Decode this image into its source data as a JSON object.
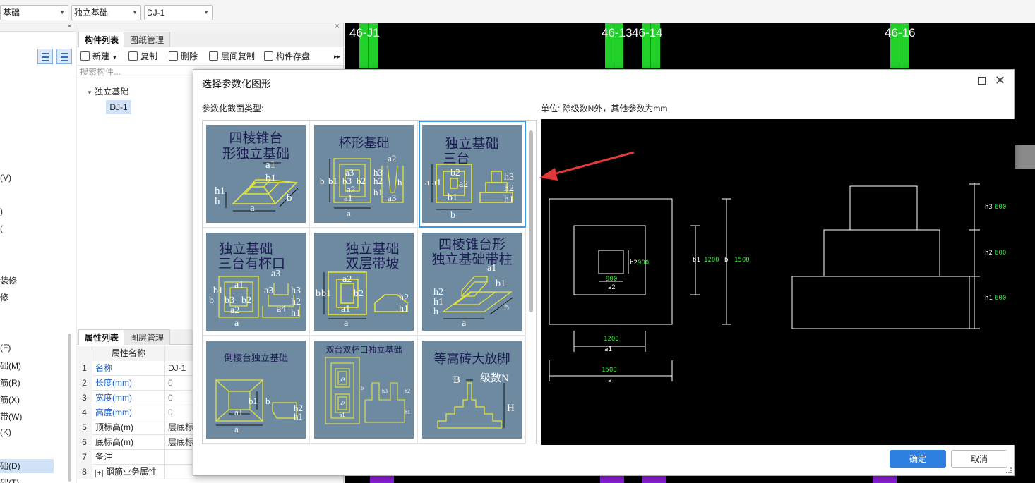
{
  "topbar": {
    "floor": "基础",
    "type": "独立基础",
    "component": "DJ-1"
  },
  "left_panel": {
    "items": [
      "(V)",
      ")",
      "(",
      "装修",
      "修",
      "(F)",
      "础(M)",
      "筋(R)",
      "筋(X)",
      "带(W)",
      "(K)",
      "础(D)",
      "础(T)"
    ]
  },
  "comp_panel": {
    "tabs": [
      "构件列表",
      "图纸管理"
    ],
    "toolbar": {
      "new": "新建",
      "copy": "复制",
      "delete": "删除",
      "floor_copy": "层间复制",
      "save": "构件存盘"
    },
    "search_placeholder": "搜索构件...",
    "tree_root": "独立基础",
    "tree_leaf": "DJ-1",
    "prop_tabs": [
      "属性列表",
      "图层管理"
    ],
    "prop_header": "属性名称",
    "props": [
      {
        "n": "1",
        "k": "名称",
        "v": "DJ-1"
      },
      {
        "n": "2",
        "k": "长度(mm)",
        "v": "0"
      },
      {
        "n": "3",
        "k": "宽度(mm)",
        "v": "0"
      },
      {
        "n": "4",
        "k": "高度(mm)",
        "v": "0"
      },
      {
        "n": "5",
        "k": "顶标高(m)",
        "v": "层底标"
      },
      {
        "n": "6",
        "k": "底标高(m)",
        "v": "层底标"
      },
      {
        "n": "7",
        "k": "备注",
        "v": ""
      },
      {
        "n": "8",
        "k": "钢筋业务属性",
        "v": ""
      }
    ]
  },
  "cad": {
    "labels": [
      "46-J1",
      "46-13",
      "46-14",
      "46-16"
    ]
  },
  "dialog": {
    "title": "选择参数化图形",
    "section_label": "参数化截面类型:",
    "unit": "单位:   除级数N外，其他参数为mm",
    "shapes": [
      {
        "line1": "四棱锥台",
        "line2": "形独立基础",
        "labels": [
          "a1",
          "b1",
          "h1",
          "h",
          "a",
          "b"
        ]
      },
      {
        "line1": "杯形基础",
        "line2": "",
        "labels": [
          "a3",
          "b3",
          "a2",
          "a1",
          "b2",
          "b1",
          "b",
          "a",
          "h3",
          "h2",
          "h1",
          "h",
          "a3",
          "a2"
        ]
      },
      {
        "line1": "独立基础",
        "line2": "三台",
        "labels": [
          "b2",
          "a1",
          "a2",
          "a",
          "b1",
          "b",
          "h3",
          "h2",
          "h1"
        ]
      },
      {
        "line1": "独立基础",
        "line2": "三台有杯口",
        "labels": [
          "a1",
          "a3",
          "b1",
          "b3",
          "b2",
          "a2",
          "b",
          "a",
          "a3",
          "a4",
          "h3",
          "h2",
          "h1"
        ]
      },
      {
        "line1": "独立基础",
        "line2": "双层带坡",
        "labels": [
          "a2",
          "b1",
          "b2",
          "a1",
          "b",
          "a",
          "h2",
          "h1"
        ]
      },
      {
        "line1": "四棱锥台形",
        "line2": "独立基础带柱",
        "labels": [
          "a1",
          "b1",
          "h2",
          "h1",
          "h",
          "b",
          "a"
        ]
      },
      {
        "line1": "倒棱台独立基础",
        "line2": "",
        "labels": [
          "b1",
          "a1",
          "a",
          "b",
          "h2",
          "h1"
        ]
      },
      {
        "line1": "双台双杯口独立基础",
        "line2": "",
        "labels": [
          "a3",
          "a2",
          "a1",
          "b",
          "h3",
          "h2",
          "h1"
        ]
      },
      {
        "line1": "等高砖大放脚",
        "line2": "",
        "labels": [
          "B",
          "级数N",
          "H"
        ]
      }
    ],
    "preview": {
      "plan": {
        "b2_label": "b2",
        "b2_val": "900",
        "a2_val": "900",
        "a2_label": "a2",
        "b1_label": "b1",
        "b1_val": "1200",
        "b_label": "b",
        "b_val": "1500",
        "a1_val": "1200",
        "a1_label": "a1",
        "a_val": "1500",
        "a_label": "a"
      },
      "elev": {
        "h3_label": "h3",
        "h3_val": "600",
        "h2_label": "h2",
        "h2_val": "600",
        "h1_label": "h1",
        "h1_val": "600"
      }
    },
    "ok": "确定",
    "cancel": "取消"
  },
  "colors": {
    "accent": "#2d7fe0",
    "selection": "#3c9be8",
    "thumb_bg": "#6e8aa1",
    "thumb_line": "#e4e43a",
    "dim_green": "#39e639"
  }
}
